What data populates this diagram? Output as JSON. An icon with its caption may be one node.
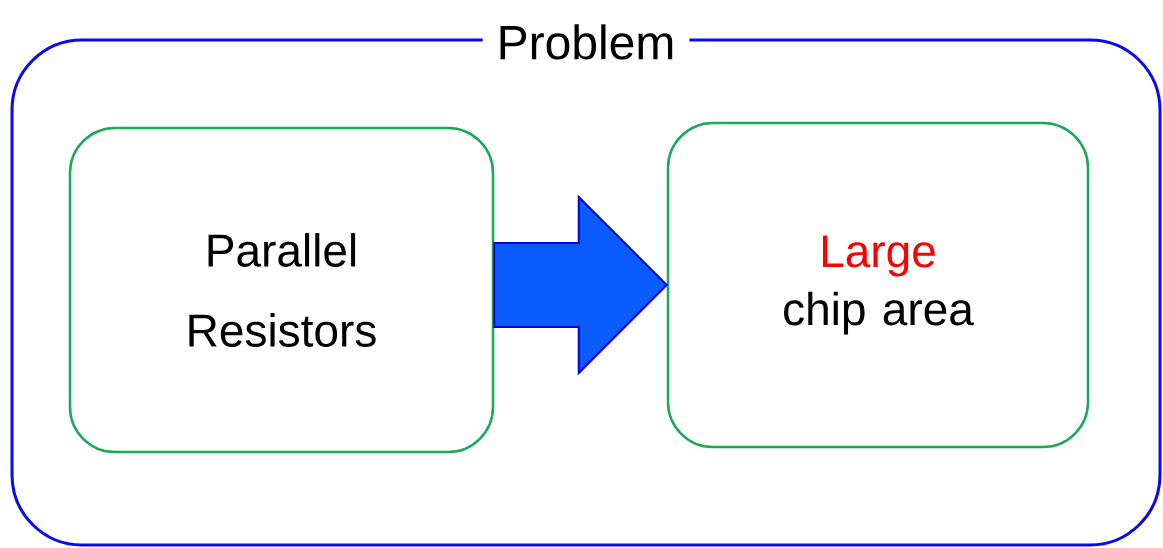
{
  "diagram": {
    "nodes": [
      {
        "text": [
          "Problem"
        ]
      },
      {
        "text": [
          "Parallel Resistors"
        ],
        "in": 0
      },
      {
        "text": [
          "Large",
          "chip area"
        ],
        "in": 0
      }
    ],
    "edges": [
      {
        "from": 1,
        "to": 2,
        "arrow": "to",
        "style": "thick"
      }
    ]
  }
}
